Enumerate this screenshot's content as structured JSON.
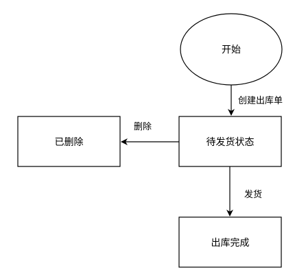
{
  "nodes": {
    "start": {
      "label": "开始"
    },
    "pending": {
      "label": "待发货状态"
    },
    "deleted": {
      "label": "已删除"
    },
    "done": {
      "label": "出库完成"
    }
  },
  "edges": {
    "create": {
      "label": "创建出库单"
    },
    "delete": {
      "label": "删除"
    },
    "ship": {
      "label": "发货"
    }
  }
}
